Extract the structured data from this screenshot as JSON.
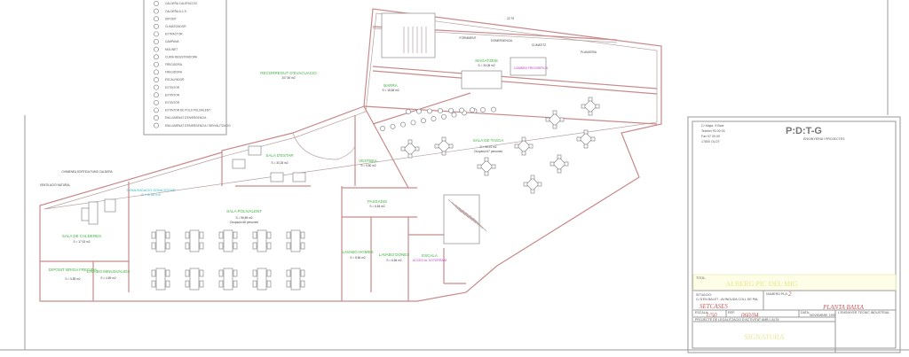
{
  "legend": {
    "items": [
      "CALDERA CALEFACCIO",
      "CALDERA A.C.S.",
      "DIPOSIT",
      "CLIMATIZADOR",
      "EXTRACTOR",
      "CAMPANA",
      "MOLINET",
      "CUINA REGISTRADORA",
      "FREGIDORA",
      "FREGIDORA",
      "ESCALFADOR",
      "EXTINTOR",
      "EXTINTOR",
      "EXTINTOR",
      "EXTINTOR DE POLS POLIVALENT",
      "ENLLUMENAT D'EMERGENCIA",
      "ENLLUMENAT D'EMERGENCIA I SENYALITZACIO"
    ]
  },
  "rooms": [
    {
      "name": "SALA DE CALDERES",
      "area": "S = 17,53 m2"
    },
    {
      "name": "DIPOSIT BRIGA FREGIDA",
      "area": "S = 5,85 m2"
    },
    {
      "name": "LAVABO MINUSVALIDS",
      "area": "S = 4,69 m2"
    },
    {
      "name": "SALA D'ESTAR",
      "area": "S = 30,28 m2"
    },
    {
      "name": "SALA POLIVALENT",
      "area": "S = 96,89 m2",
      "occupancy": "Ocupacio 68 persones"
    },
    {
      "name": "VESTIBUL",
      "area": "S = 9,80 m2"
    },
    {
      "name": "PASSADIS",
      "area": "S = 6,84 m2"
    },
    {
      "name": "LAVABO HOMES",
      "area": "S = 8,66 m2"
    },
    {
      "name": "LAVABO DONES",
      "area": "S = 6,66 m2"
    },
    {
      "name": "ESCALA",
      "area": "ACCES AL SOTERRANI"
    },
    {
      "name": "BARRA",
      "area": "S = 18,58 m2"
    },
    {
      "name": "MAGATZEM",
      "area": "S = 30,08 m2"
    },
    {
      "name": "SALA DE TASCA",
      "area": "S = 96,91 m2",
      "occupancy": "Ocupacio 67 persones"
    }
  ],
  "annotations": {
    "zone_label": "COMUNICACIO ZONA ESTAR",
    "zone_area": "S = 8,50 m2",
    "corridor_label": "RECORREGUT D'EVACUACIO",
    "corridor_length": "207,50 m2",
    "chimney_note": "CHIMENEA SORTIDA FUMS CALDERA",
    "vent_note": "VENTILACIO NATURAL",
    "store_item": "CAMBRA FRIGORIFICA",
    "dim_top": "22,79",
    "street_labels": [
      "FORNIMENT",
      "D'EMERGENCIA",
      "CLIMATITZ",
      "PLANXERIA"
    ]
  },
  "title_block": {
    "company": "P:D:T-G",
    "company_sub": "ENGINYERIA I PROJECTES",
    "address": [
      "C/ Major, 9 Baix",
      "Telefon 93 00 00",
      "Fax 97 00 00",
      "17800 OLOT"
    ],
    "title_label": "TITOL:",
    "title": "ALBERG PIC DEL MIG",
    "location_label": "SITUACIO:",
    "location": "C/ D'EN BALET - AVINGUDA COLL DE PAL",
    "town": "SETCASES",
    "plan_no_label": "NUMERO PLA:",
    "plan_no": "2",
    "plan_name": "PLANTA BAIXA",
    "scale_label": "ESCALA:",
    "scale": "1/50",
    "ref_label": "REF:",
    "ref": "060/04",
    "date_label": "DATA:",
    "date": "NOVEMBRE 1997",
    "engineer": "L'ENGINYER TECNIC INDUSTRIAL",
    "project": "PROJECTE DE LEGALITZACIO D'ACTIVITAT AMB L'ALTA",
    "signature": "SIGNATURA"
  },
  "colors": {
    "walls": "#c98a8a",
    "room_labels": "#3cb43c",
    "title_red": "#c85a5a",
    "frame": "#9a9a9a"
  }
}
